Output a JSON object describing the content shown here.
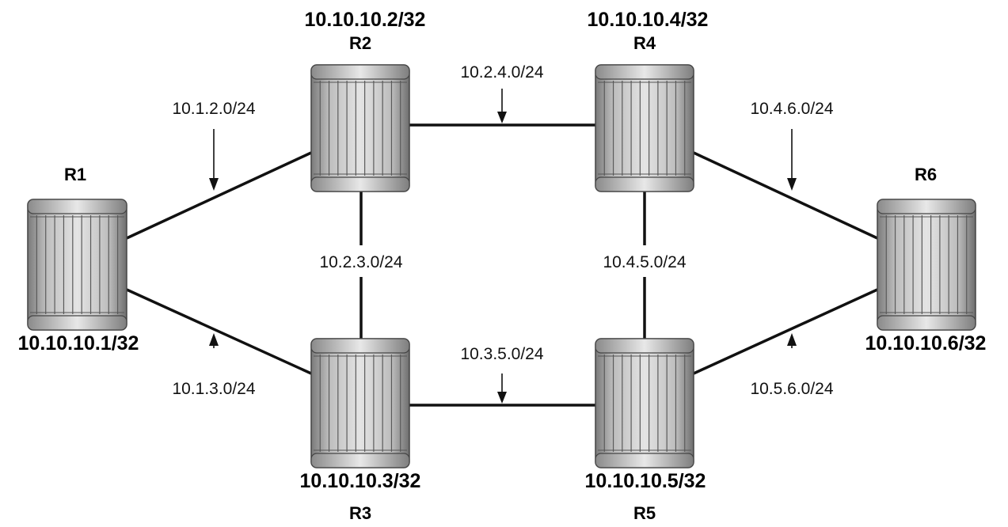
{
  "diagram": {
    "routers": [
      {
        "id": "R1",
        "name": "R1",
        "address": "10.10.10.1/32"
      },
      {
        "id": "R2",
        "name": "R2",
        "address": "10.10.10.2/32"
      },
      {
        "id": "R3",
        "name": "R3",
        "address": "10.10.10.3/32"
      },
      {
        "id": "R4",
        "name": "R4",
        "address": "10.10.10.4/32"
      },
      {
        "id": "R5",
        "name": "R5",
        "address": "10.10.10.5/32"
      },
      {
        "id": "R6",
        "name": "R6",
        "address": "10.10.10.6/32"
      }
    ],
    "links": [
      {
        "id": "r1-r2",
        "from": "R1",
        "to": "R2",
        "subnet": "10.1.2.0/24"
      },
      {
        "id": "r1-r3",
        "from": "R1",
        "to": "R3",
        "subnet": "10.1.3.0/24"
      },
      {
        "id": "r2-r3",
        "from": "R2",
        "to": "R3",
        "subnet": "10.2.3.0/24"
      },
      {
        "id": "r2-r4",
        "from": "R2",
        "to": "R4",
        "subnet": "10.2.4.0/24"
      },
      {
        "id": "r3-r5",
        "from": "R3",
        "to": "R5",
        "subnet": "10.3.5.0/24"
      },
      {
        "id": "r4-r5",
        "from": "R4",
        "to": "R5",
        "subnet": "10.4.5.0/24"
      },
      {
        "id": "r4-r6",
        "from": "R4",
        "to": "R6",
        "subnet": "10.4.6.0/24"
      },
      {
        "id": "r5-r6",
        "from": "R5",
        "to": "R6",
        "subnet": "10.5.6.0/24"
      }
    ]
  }
}
